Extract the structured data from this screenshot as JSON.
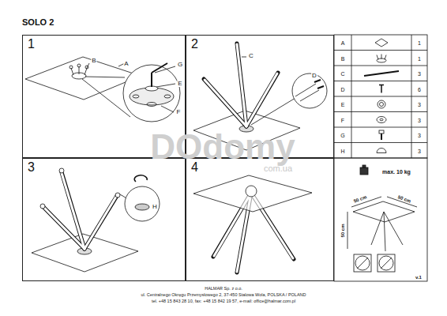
{
  "diagram": {
    "title": "SOLO 2",
    "nodes": [
      {
        "text": [
          "1"
        ]
      },
      {
        "text": [
          "2"
        ]
      },
      {
        "text": [
          "3"
        ]
      },
      {
        "text": [
          "4"
        ]
      }
    ],
    "labels": [
      "A",
      "B",
      "G",
      "E",
      "F",
      "C",
      "D",
      "H",
      "A",
      "1",
      "B",
      "1",
      "C",
      "3",
      "D",
      "6",
      "E",
      "3",
      "F",
      "3",
      "G",
      "3",
      "H",
      "3",
      "max. 10 kg",
      "50 cm",
      "50 cm",
      "50 cm",
      "v.1",
      "DOdomy",
      "com.ua",
      "HALMAR Sp. z o.o.",
      "ul. Centralnego Okręgu Przemysłowego 2, 37-450 Stalowa Wola, POLSKA / POLAND",
      "tel. +48 15 843 28 10, fax: +48 15 842 19 57, e-mail: office@halmar.com.pl"
    ]
  }
}
